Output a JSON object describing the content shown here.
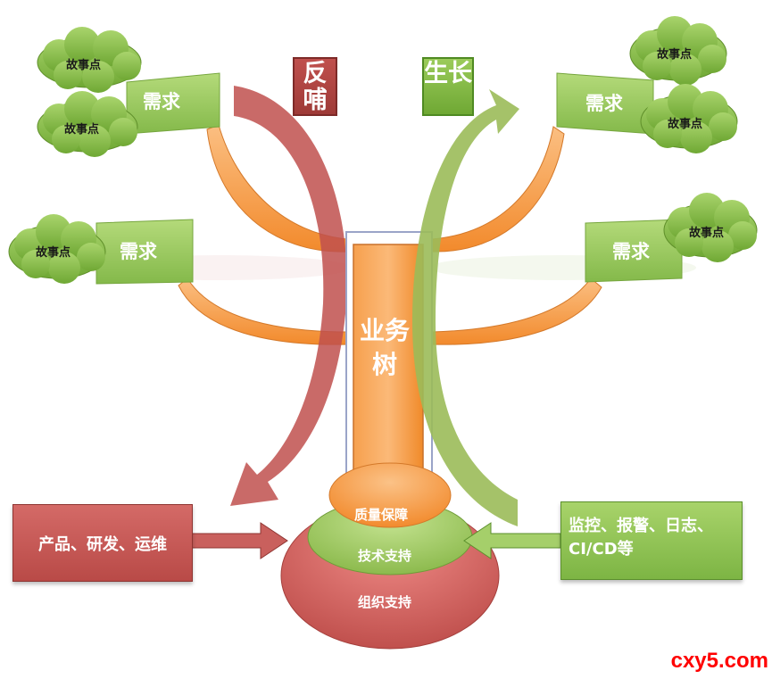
{
  "feedback_tag": "反哺",
  "growth_tag": "生长",
  "trunk_label": "业务树",
  "requirement_label": "需求",
  "story_point_label": "故事点",
  "requirements_left": [
    {
      "label": "需求",
      "stories": [
        "故事点",
        "故事点"
      ]
    },
    {
      "label": "需求",
      "stories": [
        "故事点"
      ]
    }
  ],
  "requirements_right": [
    {
      "label": "需求",
      "stories": [
        "故事点",
        "故事点"
      ]
    },
    {
      "label": "需求",
      "stories": [
        "故事点"
      ]
    }
  ],
  "foundation": {
    "quality": "质量保障",
    "tech": "技术支持",
    "org": "组织支持"
  },
  "left_input": "产品、研发、运维",
  "right_input_line1": "监控、报警、日志、",
  "right_input_line2": "CI/CD等",
  "watermark": "cxy5.com",
  "colors": {
    "red": "#c0504d",
    "green": "#9bbb59",
    "orange": "#f79646",
    "cloud_green": "#8fc04f"
  }
}
